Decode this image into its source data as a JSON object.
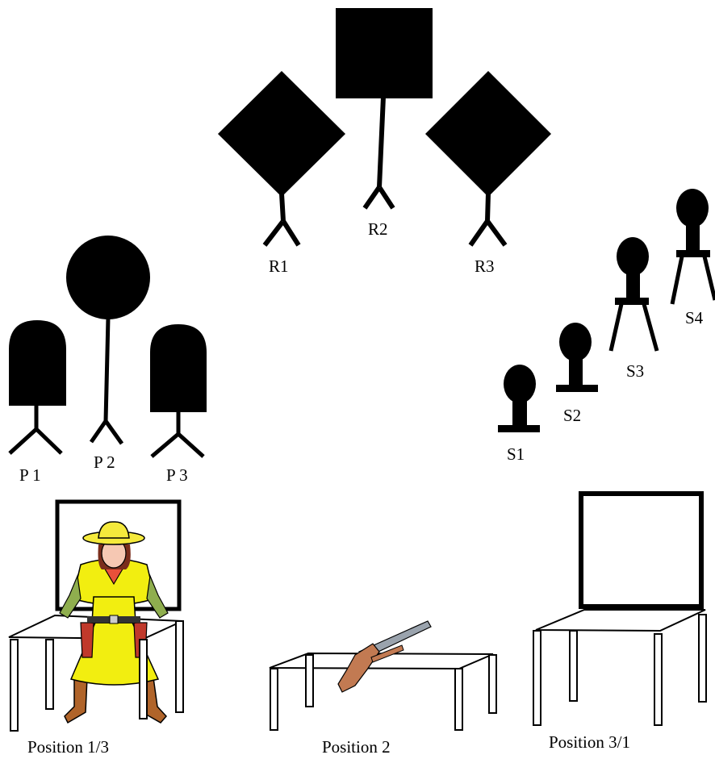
{
  "colors": {
    "target": "#000000",
    "background": "#ffffff",
    "cowgirl_dress": "#f2ee10",
    "cowgirl_hat": "#f5ea3c",
    "boots": "#b0642a",
    "rifle_stock": "#c27a52"
  },
  "targets": {
    "rifle": [
      {
        "id": "R1",
        "label": "R1",
        "shape": "diamond"
      },
      {
        "id": "R2",
        "label": "R2",
        "shape": "square"
      },
      {
        "id": "R3",
        "label": "R3",
        "shape": "diamond"
      }
    ],
    "pistol": [
      {
        "id": "P1",
        "label": "P 1",
        "shape": "arch"
      },
      {
        "id": "P2",
        "label": "P 2",
        "shape": "circle"
      },
      {
        "id": "P3",
        "label": "P 3",
        "shape": "arch"
      }
    ],
    "shotgun": [
      {
        "id": "S1",
        "label": "S1",
        "shape": "knockdown"
      },
      {
        "id": "S2",
        "label": "S2",
        "shape": "knockdown"
      },
      {
        "id": "S3",
        "label": "S3",
        "shape": "knockdown-tall"
      },
      {
        "id": "S4",
        "label": "S4",
        "shape": "knockdown-tall"
      }
    ]
  },
  "positions": [
    {
      "id": "pos1",
      "label": "Position 1/3",
      "props": [
        "window",
        "cowgirl"
      ]
    },
    {
      "id": "pos2",
      "label": "Position 2",
      "props": [
        "rifle"
      ]
    },
    {
      "id": "pos3",
      "label": "Position 3/1",
      "props": [
        "window"
      ]
    }
  ]
}
